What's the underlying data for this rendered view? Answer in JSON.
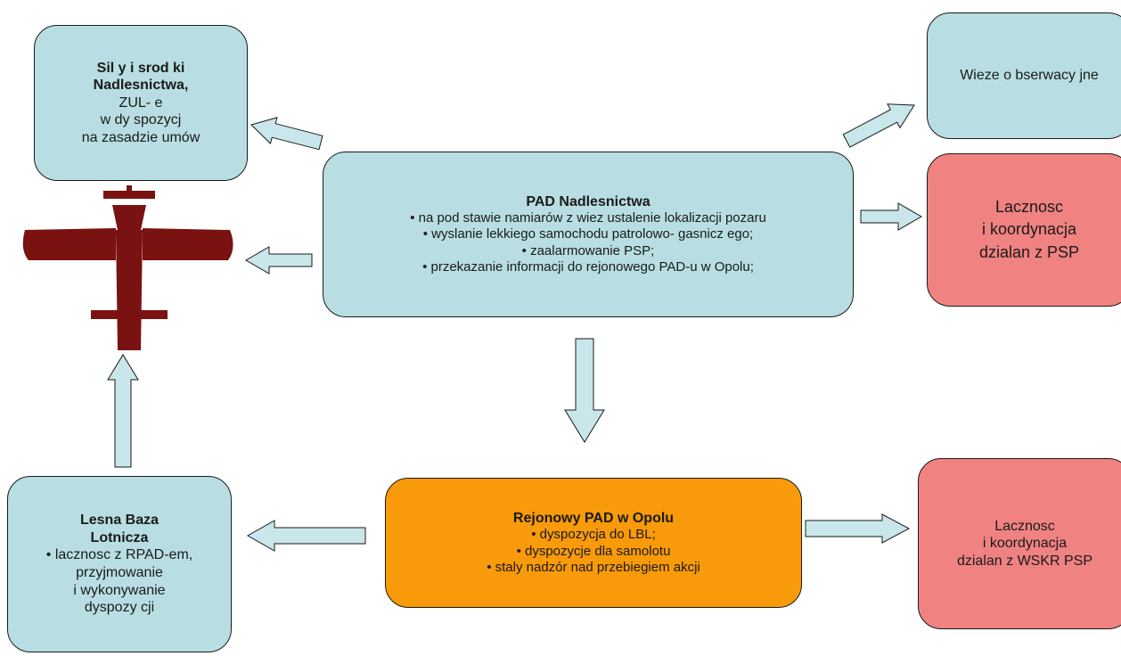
{
  "colors": {
    "box_blue": "#b8dee3",
    "box_red": "#f08282",
    "box_orange": "#f89a0a",
    "arrow_fill": "#c9e7ea",
    "plane": "#7a1212"
  },
  "nodes": {
    "top_left": {
      "title_lines": [
        "Sil y i srod ki",
        "Nadlesnictwa,"
      ],
      "lines": [
        "ZUL- e",
        "w dy spozycj",
        "na zasadzie umów"
      ]
    },
    "top_right": {
      "lines": [
        "Wieze o bserwacy jne"
      ]
    },
    "center": {
      "title": "PAD Nadlesnictwa",
      "lines": [
        "• na pod stawie namiarów z wiez ustalenie lokalizacji pozaru",
        "• wyslanie lekkiego samochodu patrolowo- gasnicz ego;",
        "• zaalarmowanie PSP;",
        "• przekazanie informacji do rejonowego PAD-u w Opolu;"
      ]
    },
    "right_mid": {
      "lines": [
        "Lacznosc",
        "i koordynacja",
        "dzialan z PSP"
      ]
    },
    "bottom_center": {
      "title": "Rejonowy PAD w Opolu",
      "lines": [
        "• dyspozycja do LBL;",
        "• dyspozycje dla samolotu",
        "• staly nadzór nad przebiegiem akcji"
      ]
    },
    "bottom_left": {
      "title_lines": [
        "Lesna Baza",
        "Lotnicza"
      ],
      "lines": [
        "• lacznosc z RPAD-em,",
        "przyjmowanie",
        "i wykonywanie",
        "dyspozy cji"
      ]
    },
    "bottom_right": {
      "lines": [
        "Lacznosc",
        "i koordynacja",
        "dzialan z WSKR PSP"
      ]
    }
  },
  "icons": {
    "plane": "airplane-icon"
  }
}
